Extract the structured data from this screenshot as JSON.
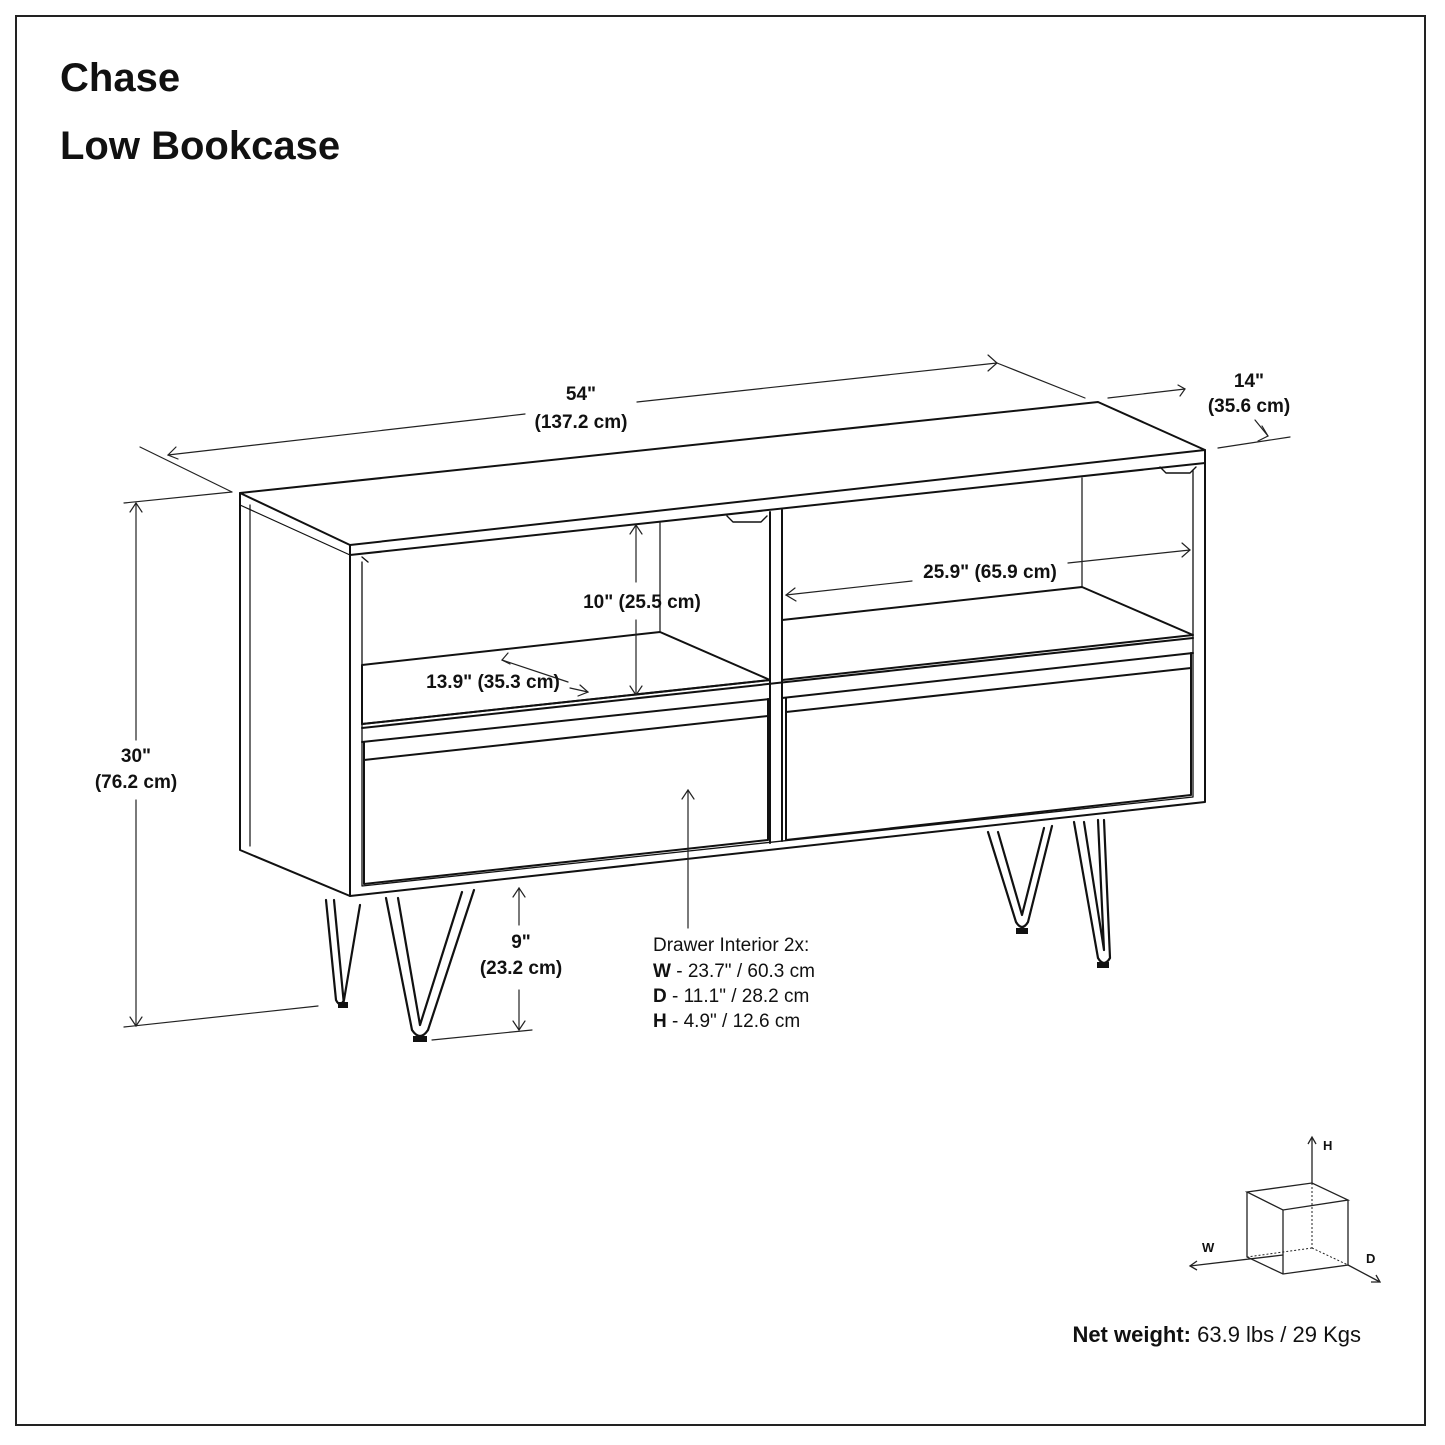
{
  "title": {
    "line1": "Chase",
    "line2": "Low Bookcase"
  },
  "dimensions": {
    "width": {
      "in": "54\"",
      "cm": "(137.2 cm)"
    },
    "depth": {
      "in": "14\"",
      "cm": "(35.6 cm)"
    },
    "height": {
      "in": "30\"",
      "cm": "(76.2 cm)"
    },
    "leg_height": {
      "in": "9\"",
      "cm": "(23.2 cm)"
    },
    "shelf_height": "10\" (25.5 cm)",
    "shelf_depth": "13.9\" (35.3 cm)",
    "shelf_width": "25.9\" (65.9 cm)"
  },
  "drawer": {
    "heading": "Drawer Interior 2x:",
    "w_key": "W",
    "w_val": " - 23.7\" / 60.3 cm",
    "d_key": "D",
    "d_val": " - 11.1\" / 28.2 cm",
    "h_key": "H",
    "h_val": " - 4.9\" / 12.6 cm"
  },
  "axes": {
    "h": "H",
    "w": "W",
    "d": "D"
  },
  "net_weight": {
    "label": "Net weight:",
    "value": " 63.9 lbs / 29 Kgs"
  }
}
